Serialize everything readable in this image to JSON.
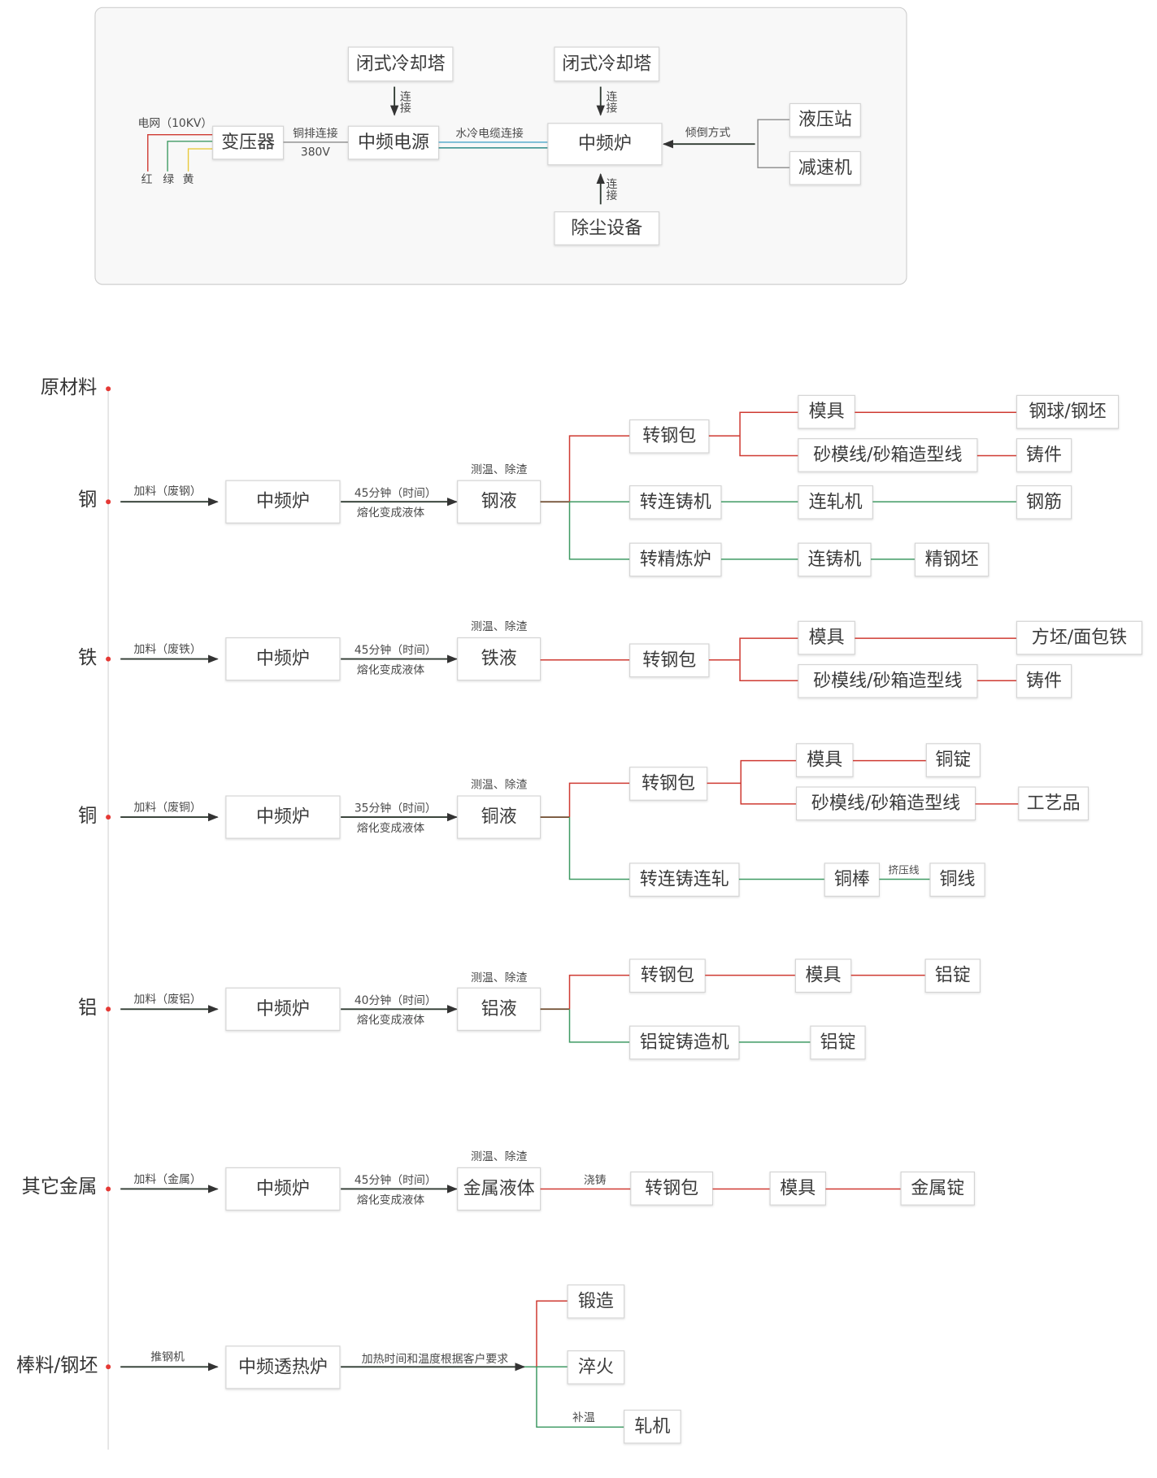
{
  "power_system": {
    "cooling_tower_left": "闭式冷却塔",
    "cooling_tower_right": "闭式冷却塔",
    "connect_label": "连接",
    "grid_label": "电网（10KV）",
    "wire_red": "红",
    "wire_green": "绿",
    "wire_yellow": "黄",
    "transformer": "变压器",
    "copper_bar_label": "铜排连接",
    "voltage_label": "380V",
    "if_power_supply": "中频电源",
    "water_cable_label": "水冷电缆连接",
    "furnace": "中频炉",
    "tilt_label": "倾倒方式",
    "hydraulic_station": "液压站",
    "reducer": "减速机",
    "dust_removal": "除尘设备"
  },
  "raw_material_header": "原材料",
  "rows": [
    {
      "material": "钢",
      "feed_label": "加料（废钢）",
      "furnace": "中频炉",
      "time_label": "45分钟（时间）",
      "melt_label": "熔化变成液体",
      "process_label": "测温、除渣",
      "liquid": "钢液",
      "branches": [
        {
          "route": "转钢包",
          "chains": [
            [
              "模具",
              "钢球/钢坯"
            ],
            [
              "砂模线/砂箱造型线",
              "铸件"
            ]
          ]
        },
        {
          "route": "转连铸机",
          "chains": [
            [
              "连轧机",
              "钢筋"
            ]
          ]
        },
        {
          "route": "转精炼炉",
          "chains": [
            [
              "连铸机",
              "精钢坯"
            ]
          ]
        }
      ]
    },
    {
      "material": "铁",
      "feed_label": "加料（废铁）",
      "furnace": "中频炉",
      "time_label": "45分钟（时间）",
      "melt_label": "熔化变成液体",
      "process_label": "测温、除渣",
      "liquid": "铁液",
      "branches": [
        {
          "route": "转钢包",
          "chains": [
            [
              "模具",
              "方坯/面包铁"
            ],
            [
              "砂模线/砂箱造型线",
              "铸件"
            ]
          ]
        }
      ]
    },
    {
      "material": "铜",
      "feed_label": "加料（废铜）",
      "furnace": "中频炉",
      "time_label": "35分钟（时间）",
      "melt_label": "熔化变成液体",
      "process_label": "测温、除渣",
      "liquid": "铜液",
      "branches": [
        {
          "route": "转钢包",
          "chains": [
            [
              "模具",
              "铜锭"
            ],
            [
              "砂模线/砂箱造型线",
              "工艺品"
            ]
          ]
        },
        {
          "route": "转连铸连轧",
          "chains": [
            [
              "铜棒",
              "铜线"
            ]
          ],
          "link_label": "挤压线"
        }
      ]
    },
    {
      "material": "铝",
      "feed_label": "加料（废铝）",
      "furnace": "中频炉",
      "time_label": "40分钟（时间）",
      "melt_label": "熔化变成液体",
      "process_label": "测温、除渣",
      "liquid": "铝液",
      "branches": [
        {
          "route": "转钢包",
          "chains": [
            [
              "模具",
              "铝锭"
            ]
          ]
        },
        {
          "route": "铝锭铸造机",
          "chains": [
            [
              "铝锭"
            ]
          ]
        }
      ]
    },
    {
      "material": "其它金属",
      "feed_label": "加料（金属）",
      "furnace": "中频炉",
      "time_label": "45分钟（时间）",
      "melt_label": "熔化变成液体",
      "process_label": "测温、除渣",
      "liquid": "金属液体",
      "pour_label": "浇铸",
      "branches": [
        {
          "route": "转钢包",
          "chains": [
            [
              "模具",
              "金属锭"
            ]
          ]
        }
      ]
    },
    {
      "material": "棒料/钢坯",
      "feed_label": "推钢机",
      "furnace": "中频透热炉",
      "time_label": "加热时间和温度根据客户要求",
      "branches": [
        {
          "route": "锻造"
        },
        {
          "route": "淬火"
        },
        {
          "route": "轧机",
          "link_label": "补温"
        }
      ]
    }
  ],
  "colors": {
    "red_line": "#cf3a32",
    "green_line": "#3f9a63",
    "timeline_dot": "#e53935",
    "wire_yellow": "#e8c93a",
    "cable_blue": "#4aa6c9",
    "cable_teal": "#2f8a88"
  }
}
